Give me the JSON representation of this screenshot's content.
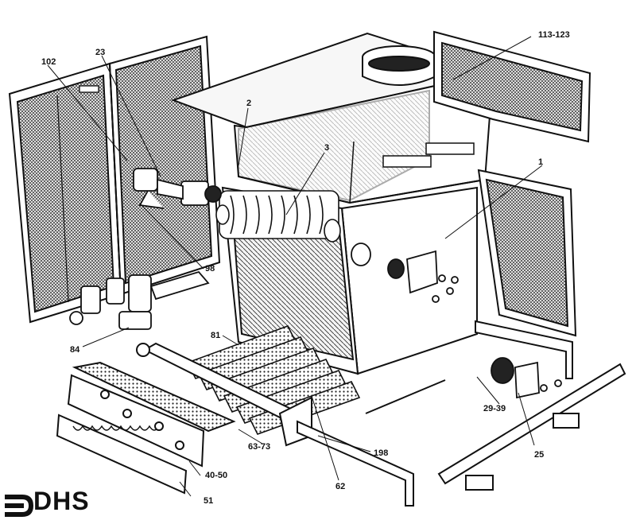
{
  "callouts": {
    "c102": "102",
    "c23": "23",
    "c113_123": "113-123",
    "c2": "2",
    "c3": "3",
    "c1": "1",
    "c98": "98",
    "c84": "84",
    "c81": "81",
    "c29_39": "29-39",
    "c25": "25",
    "c198": "198",
    "c63_73": "63-73",
    "c40_50": "40-50",
    "c62": "62",
    "c51": "51"
  },
  "logo": {
    "text": "DHS"
  },
  "colors": {
    "ink": "#111111",
    "hatch": "#555555",
    "paper": "#ffffff",
    "shade": "#d9d9d9"
  }
}
